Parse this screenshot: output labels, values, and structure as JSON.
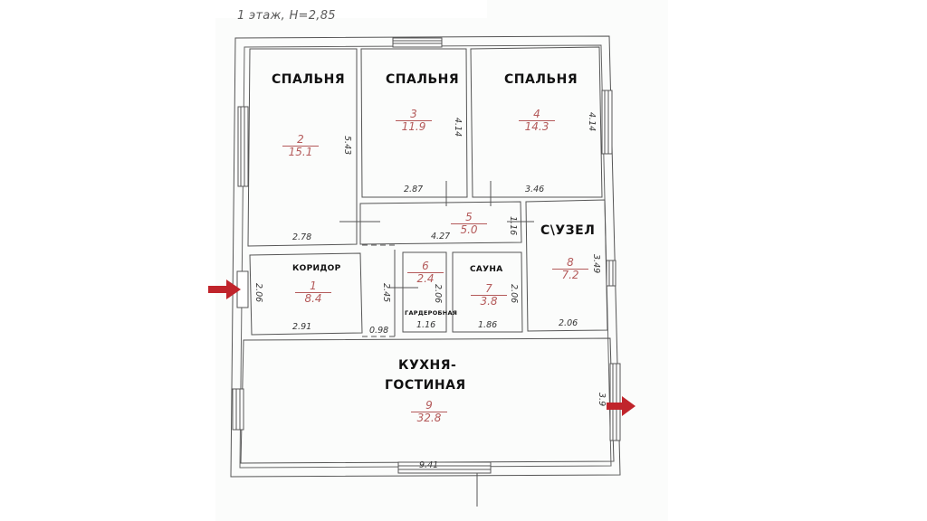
{
  "plan": {
    "title": "1 этаж, H=2,85",
    "accent_color": "#c0242b",
    "room_number_color": "#b45a5a",
    "rooms": [
      {
        "id": 1,
        "label": "КОРИДОР",
        "number": "1",
        "area": "8.4"
      },
      {
        "id": 2,
        "label": "СПАЛЬНЯ",
        "number": "2",
        "area": "15.1"
      },
      {
        "id": 3,
        "label": "СПАЛЬНЯ",
        "number": "3",
        "area": "11.9"
      },
      {
        "id": 4,
        "label": "СПАЛЬНЯ",
        "number": "4",
        "area": "14.3"
      },
      {
        "id": 5,
        "label": "",
        "number": "5",
        "area": "5.0"
      },
      {
        "id": 6,
        "label": "ГАРДЕРОБНАЯ",
        "number": "6",
        "area": "2.4"
      },
      {
        "id": 7,
        "label": "САУНА",
        "number": "7",
        "area": "3.8"
      },
      {
        "id": 8,
        "label": "С\\УЗЕЛ",
        "number": "8",
        "area": "7.2"
      },
      {
        "id": 9,
        "label": "КУХНЯ-",
        "label2": "ГОСТИНАЯ",
        "number": "9",
        "area": "32.8"
      }
    ],
    "dimensions": {
      "bedroom2_height": "5.43",
      "bedroom2_width": "2.78",
      "bedroom3_height": "4.14",
      "bedroom3_width": "2.87",
      "bedroom4_height": "4.14",
      "bedroom4_width": "3.46",
      "hall5_width": "4.27",
      "hall5_height": "1.16",
      "bath_height": "3.49",
      "bath_width": "2.06",
      "corridor_height": "2.06",
      "corridor_width": "2.91",
      "corridor_gap": "0.98",
      "corridor_right": "2.45",
      "closet_height": "2.06",
      "closet_width": "1.16",
      "sauna_height": "2.06",
      "sauna_width": "1.86",
      "kitchen_width": "9.41",
      "kitchen_height": "3.9"
    },
    "arrows": [
      {
        "name": "entrance-arrow-left",
        "direction": "right"
      },
      {
        "name": "exit-arrow-right",
        "direction": "right"
      }
    ]
  }
}
